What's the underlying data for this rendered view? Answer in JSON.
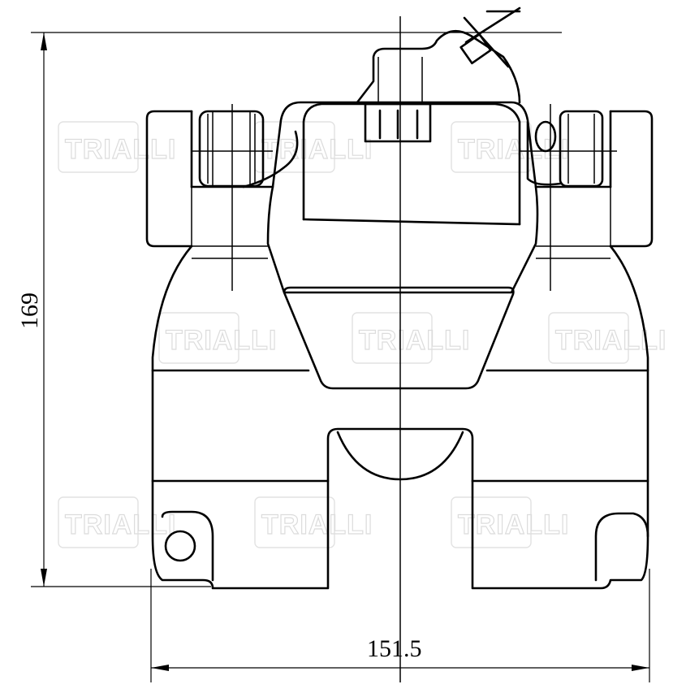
{
  "watermark": {
    "text": "TRIALLI"
  },
  "dimensions": {
    "height_label": "169",
    "width_label": "151.5"
  }
}
